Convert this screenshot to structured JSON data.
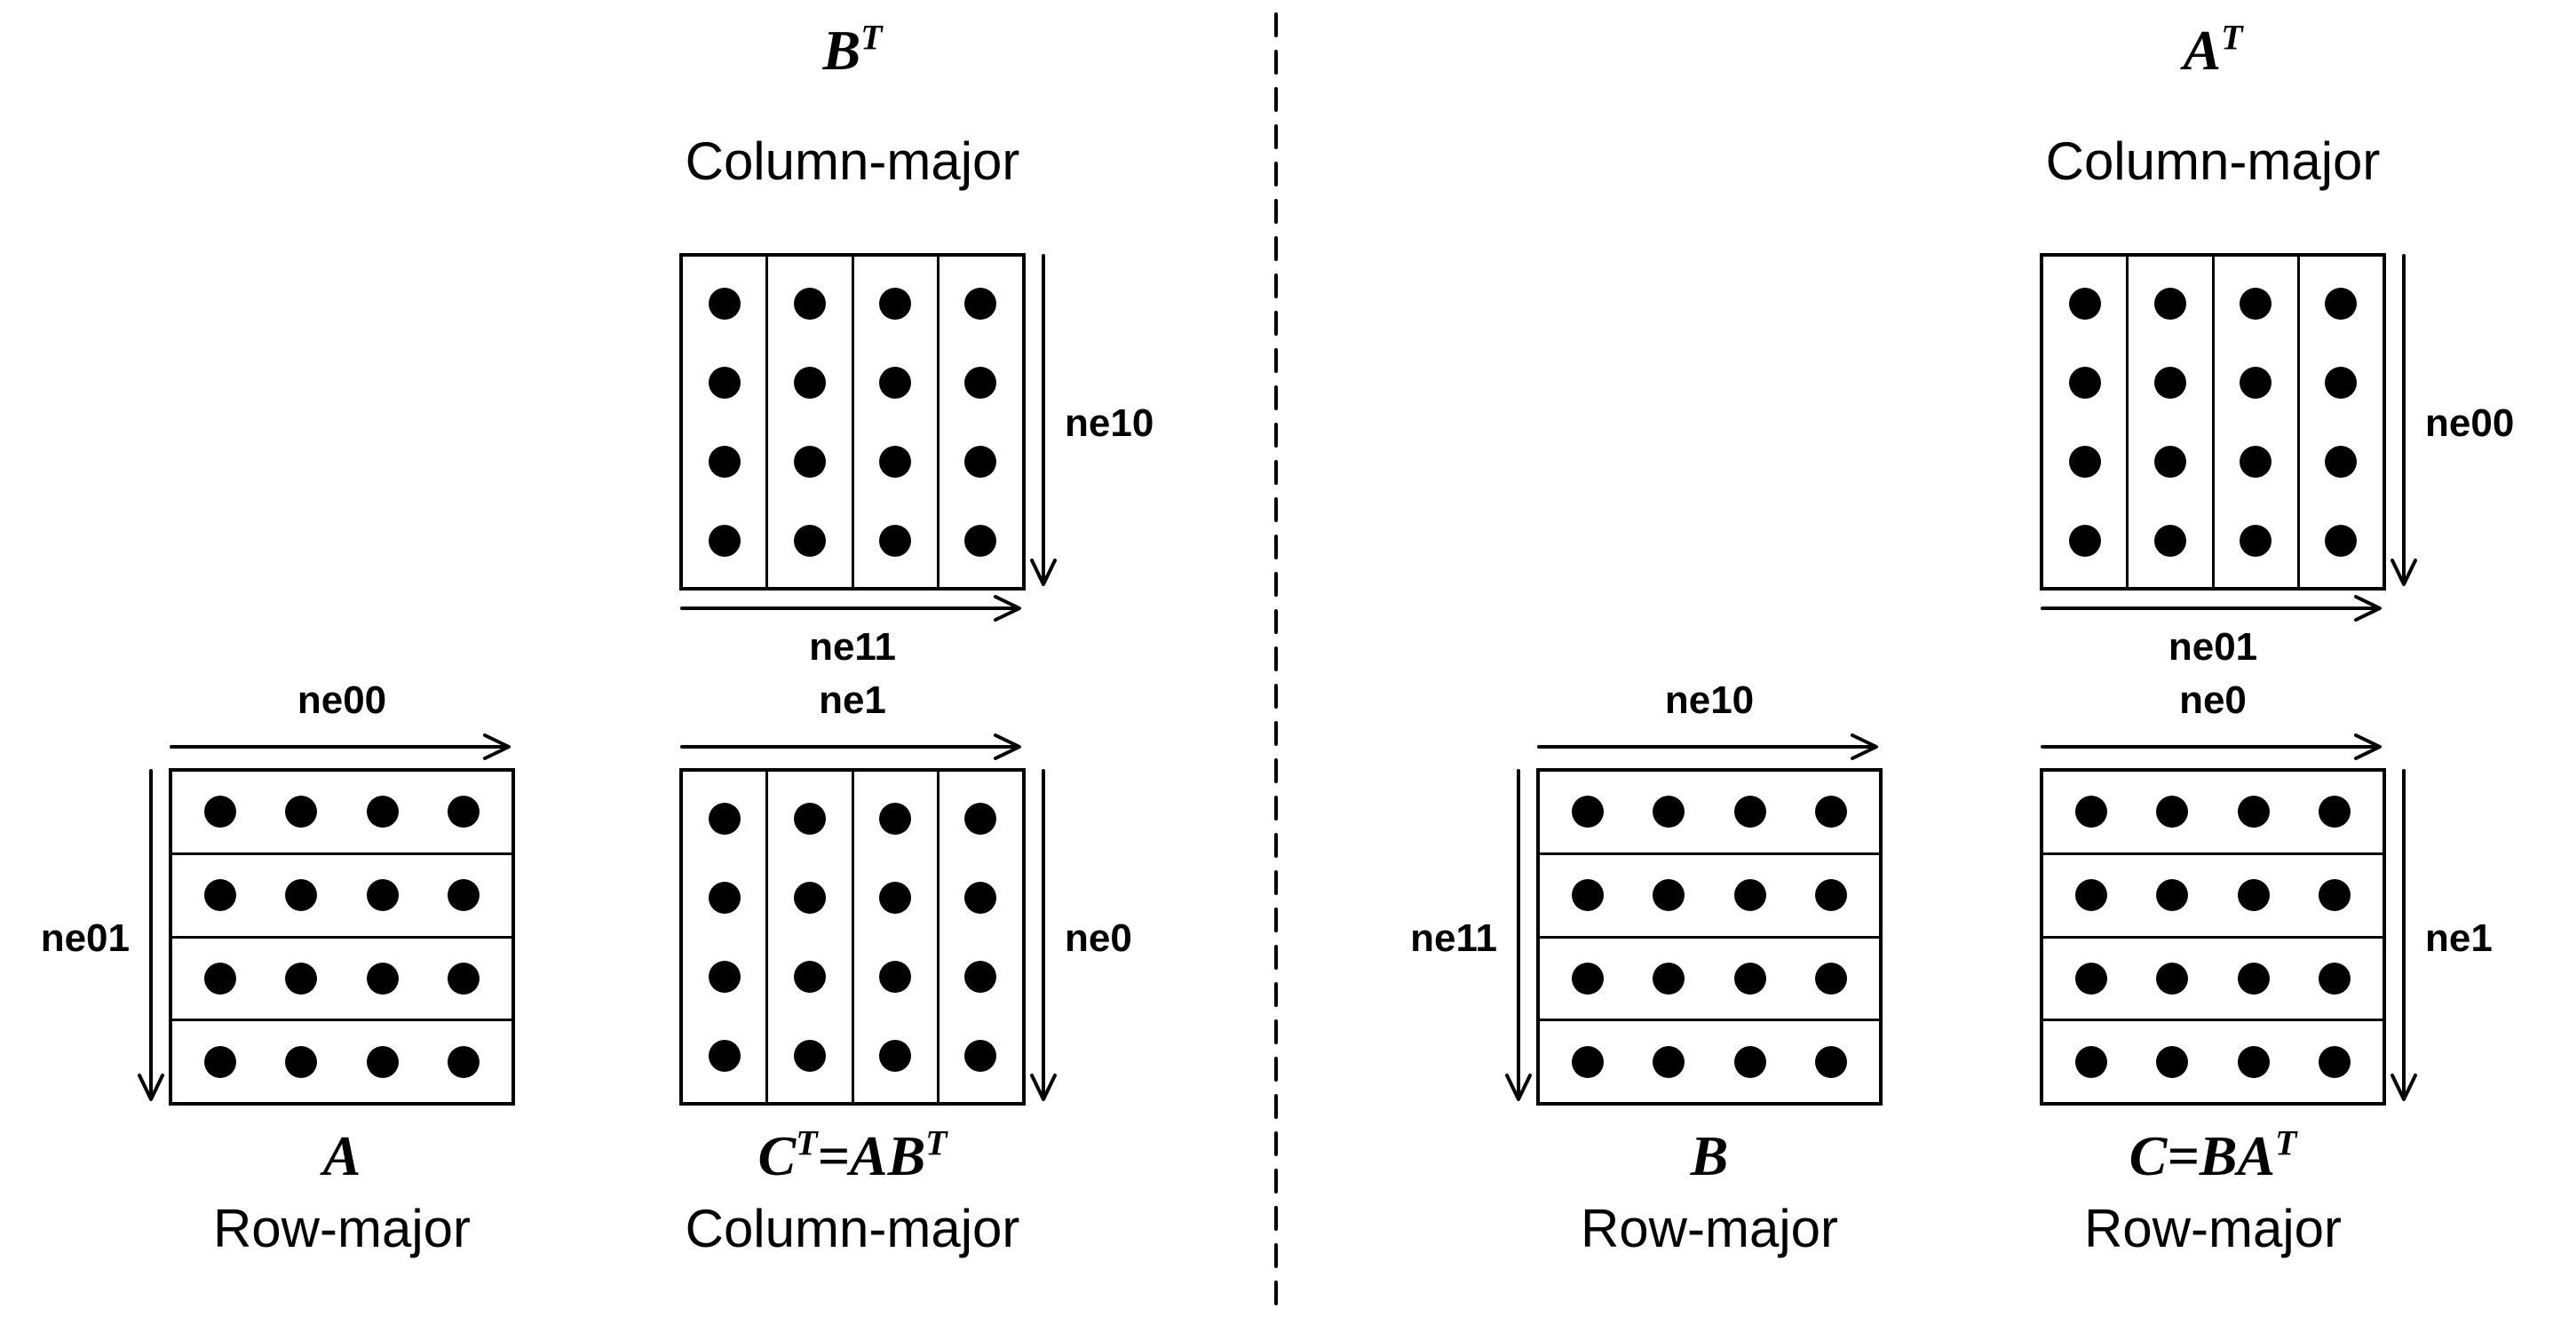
{
  "figure": {
    "matrix_grid": {
      "rows": 4,
      "cols": 4
    },
    "colors": {
      "ink": "#000000",
      "background": "#ffffff"
    },
    "left_panel": {
      "bt": {
        "title_parts": [
          {
            "t": "B"
          },
          {
            "t": "T",
            "sup": true
          }
        ],
        "layout": "Column-major",
        "side_label": "ne10",
        "bottom_label": "ne11"
      },
      "a": {
        "title_parts": [
          {
            "t": "A"
          }
        ],
        "layout": "Row-major",
        "top_label": "ne00",
        "side_label": "ne01"
      },
      "ct": {
        "title_parts": [
          {
            "t": "C"
          },
          {
            "t": "T",
            "sup": true
          },
          {
            "t": "=AB"
          },
          {
            "t": "T",
            "sup": true
          }
        ],
        "layout": "Column-major",
        "top_label": "ne1",
        "side_label": "ne0"
      }
    },
    "right_panel": {
      "at": {
        "title_parts": [
          {
            "t": "A"
          },
          {
            "t": "T",
            "sup": true
          }
        ],
        "layout": "Column-major",
        "side_label": "ne00",
        "bottom_label": "ne01"
      },
      "b": {
        "title_parts": [
          {
            "t": "B"
          }
        ],
        "layout": "Row-major",
        "top_label": "ne10",
        "side_label": "ne11"
      },
      "c": {
        "title_parts": [
          {
            "t": "C"
          },
          {
            "t": "=BA"
          },
          {
            "t": "T",
            "sup": true
          }
        ],
        "layout": "Row-major",
        "top_label": "ne0",
        "side_label": "ne1"
      }
    }
  }
}
